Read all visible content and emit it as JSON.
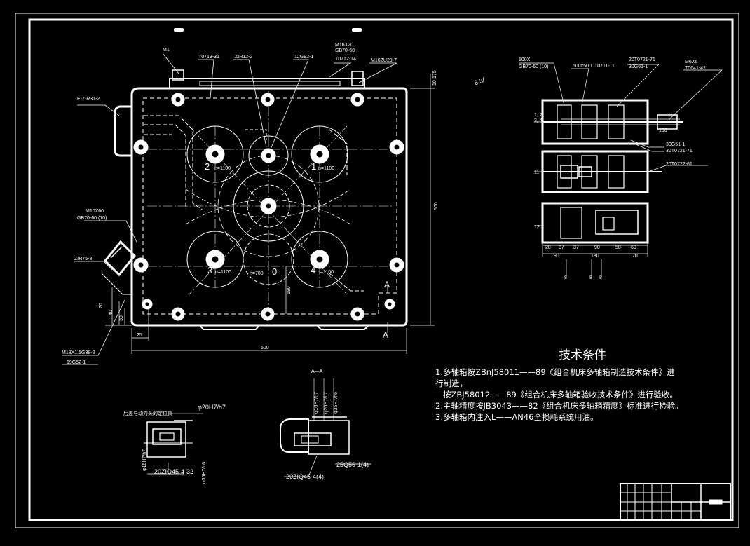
{
  "main_view": {
    "labels": {
      "m1": "M1",
      "t0713": "T0713-31",
      "zir122": "ZIR12-2",
      "g92": "12G92-1",
      "m16x20": "M16X20",
      "gb7060a": "GB70-60",
      "t0712": "T0712-14",
      "m16zu": "M16ZU29-7",
      "ezir": "E-ZIR31-2",
      "m10x60": "M10X60",
      "gb7060b": "GB70-60 (10)",
      "zir75": "ZIR75-8",
      "m18": "M18X1.5G38-2",
      "g52": "19G52-1"
    },
    "spindle_numbers": [
      "1",
      "2",
      "3",
      "4",
      "0"
    ],
    "spindle_speeds": [
      "n=1100",
      "n=1100",
      "n=1100",
      "n=1100",
      "n=708"
    ],
    "dimensions": {
      "w_bottom": "500",
      "w_small": "25",
      "h_right": "500",
      "h_inner": "180",
      "left_70": "70",
      "left_40": "40",
      "left_30": "30",
      "top_10": "10",
      "top_175": "175"
    },
    "section_marks": [
      "A",
      "A"
    ]
  },
  "side_view": {
    "labels": {
      "l500x": "500X",
      "lgt": "GB70-60 (10)",
      "l500x500": "500x500",
      "t0711": "T0711-11",
      "t0721": "20T0721-71",
      "g61": "30G61-1",
      "m6x6": "M6X6",
      "t0641": "T0641-42",
      "g511": "30G51-1",
      "t0721b": "30T0721-71",
      "t0722": "20T0722-61",
      "dim100": "100"
    },
    "row_labels": [
      "1, 2",
      "3, 4",
      "11",
      "12"
    ],
    "dims_top": [
      "28",
      "37",
      "37",
      "90",
      "58",
      "60"
    ],
    "dims_bottom": [
      "90",
      "180",
      "70"
    ],
    "arrows": [
      "8",
      "8",
      "8"
    ]
  },
  "sections": {
    "aa_title": "A—A",
    "left_caption": "后盖与动力头的定位销",
    "phi20": "φ20H7/h7",
    "phi16": "φ16H7/h7",
    "phi35": "φ35H7/n6",
    "zio45a": "20ZIQ45-4-32",
    "zio45b": "20ZIQ45-4(4)",
    "q56": "25Q56-1(4)"
  },
  "tech_notes": {
    "title": "技术条件",
    "lines": [
      "1.多轴箱按ZBnJ58011——89《组合机床多轴箱制造技术条件》进",
      "行制造，",
      "   按ZBJ58012——89《组合机床多轴箱验收技术条件》进行验收。",
      "2.主轴精度按JB3043——82《组合机床多轴箱精度》标准进行检验。",
      "3.多轴箱内注入L——AN46全损耗系统用油。"
    ]
  },
  "misc": {
    "surface_mark": "6.3/"
  },
  "colors": {
    "background": "#000000",
    "lines": "#ffffff"
  }
}
